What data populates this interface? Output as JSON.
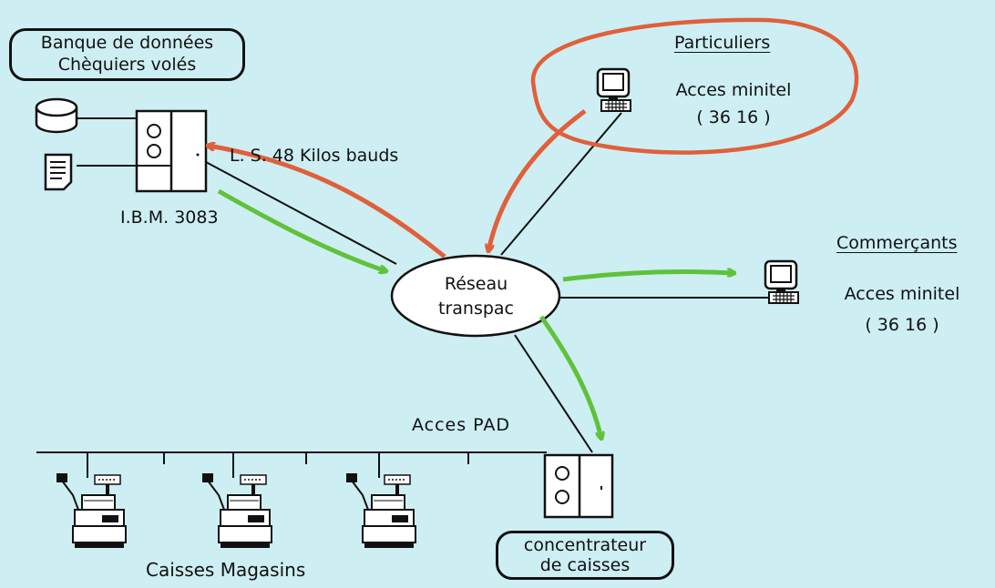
{
  "labels": {
    "database_box": [
      "Banque de données",
      "Chèquiers volés"
    ],
    "ibm": "I.B.M. 3083",
    "link": "L. S.  48 Kilos bauds",
    "network": [
      "Réseau",
      "transpac"
    ],
    "particuliers_title": "Particuliers",
    "particuliers_access": [
      "Acces minitel",
      "( 36 16 )"
    ],
    "commercants_title": "Commerçants",
    "commercants_access": [
      "Acces minitel",
      "( 36 16 )"
    ],
    "pad": "Acces PAD",
    "stores": "Caisses  Magasins",
    "concentrator_box": [
      "concentrateur",
      "de caisses"
    ]
  },
  "colors": {
    "background": "#cdeef3",
    "line": "#111111",
    "red_flow": "#e0603a",
    "green_flow": "#5fc23a"
  }
}
